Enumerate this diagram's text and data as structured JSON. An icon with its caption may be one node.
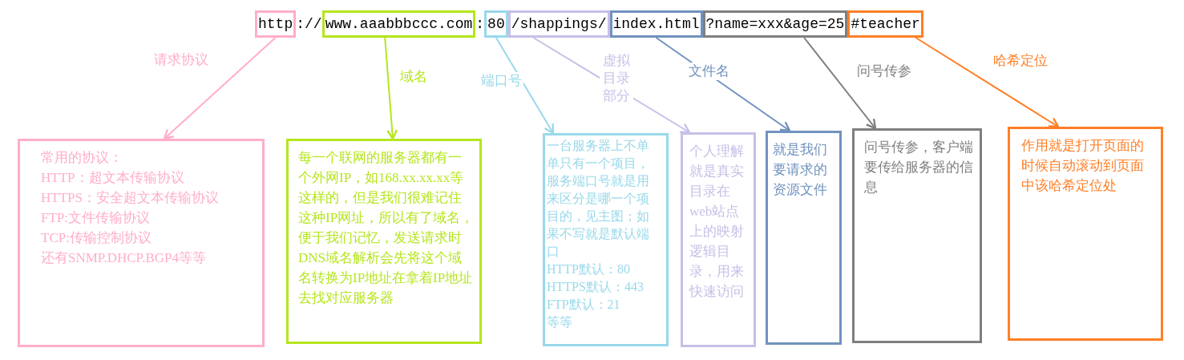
{
  "diagram": {
    "nodes": [
      {
        "text": [
          "http"
        ]
      },
      {
        "text": [
          "www.aaabbbccc.com"
        ]
      },
      {
        "text": [
          "80"
        ]
      },
      {
        "text": [
          "/shappings/"
        ]
      },
      {
        "text": [
          "index.html"
        ]
      },
      {
        "text": [
          "?name=xxx&age=25"
        ]
      },
      {
        "text": [
          "#teacher"
        ]
      },
      {
        "text": [
          "常用的协议：",
          "HTTP：超文本传输协议",
          "HTTPS：安全超文本传输协议",
          "FTP:文件传输协议",
          "TCP:传输控制协议",
          "还有SNMP.DHCP.BGP4等等"
        ]
      },
      {
        "text": [
          "每一个联网的服务器都有一个外网IP，如168.xx.xx.xx等这样的，但是我们很难记住这种IP网址，所以有了域名，便于我们记忆，发送请求时DNS域名解析会先将这个域名转换为IP地址在拿着IP地址去找对应服务器"
        ]
      },
      {
        "text": [
          "一台服务器上不单单只有一个项目，服务端口号就是用来区分是哪一个项目的，见主图；如果不写就是默认端口",
          "HTTP默认：80",
          "HTTPS默认：443",
          "FTP默认：21",
          "等等"
        ]
      },
      {
        "text": [
          "个人理解就是真实目录在web站点上的映射逻辑目录，用来快速访问"
        ]
      },
      {
        "text": [
          "就是我们要请求的资源文件"
        ]
      },
      {
        "text": [
          "问号传参，客户端要传给服务器的信息"
        ]
      },
      {
        "text": [
          "作用就是打开页面的时候自动滚动到页面中该哈希定位处"
        ]
      }
    ],
    "edges": [
      {
        "from": 0,
        "to": 7,
        "arrow": "to",
        "label": "请求协议",
        "color": "#ffaec9"
      },
      {
        "from": 1,
        "to": 8,
        "arrow": "to",
        "label": "域名",
        "color": "#b5e61d"
      },
      {
        "from": 2,
        "to": 9,
        "arrow": "to",
        "label": "端口号",
        "color": "#99d9ea"
      },
      {
        "from": 3,
        "to": 10,
        "arrow": "to",
        "label": "虚拟目录部分",
        "color": "#c8bfe7"
      },
      {
        "from": 4,
        "to": 11,
        "arrow": "to",
        "label": "文件名",
        "color": "#7092be"
      },
      {
        "from": 5,
        "to": 12,
        "arrow": "to",
        "label": "问号传参",
        "color": "#7f7f7f"
      },
      {
        "from": 6,
        "to": 13,
        "arrow": "to",
        "label": "哈希定位",
        "color": "#ff7f27"
      }
    ],
    "labels": [
      "://",
      ":"
    ]
  }
}
